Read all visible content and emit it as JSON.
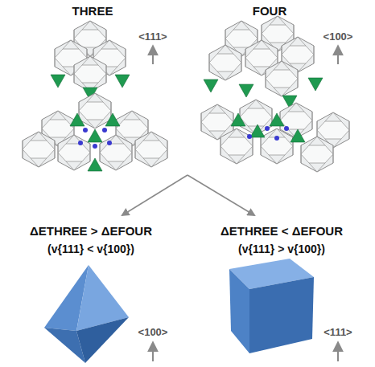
{
  "diagram": {
    "labels": [
      "THREE",
      "FOUR",
      "<111>",
      "<100>",
      "ΔETHREE > ΔEFOUR",
      "(v{111} < v{100})",
      "ΔETHREE < ΔEFOUR",
      "(v{111} > v{100})",
      "<100>",
      "<111>"
    ]
  }
}
